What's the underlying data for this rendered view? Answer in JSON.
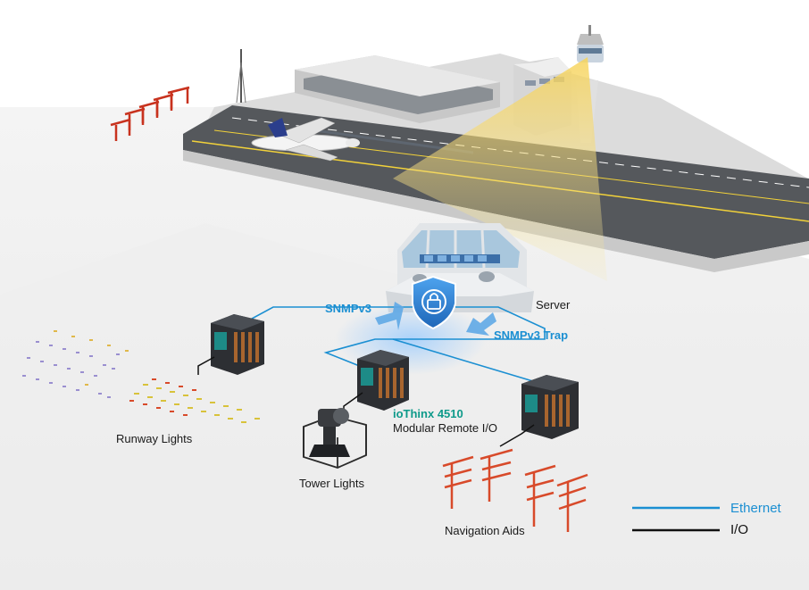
{
  "labels": {
    "snmpv3": "SNMPv3",
    "snmpv3_trap": "SNMPv3 Trap",
    "server": "Server",
    "device_name": "ioThinx 4510",
    "device_desc": "Modular Remote I/O",
    "runway_lights": "Runway Lights",
    "tower_lights": "Tower Lights",
    "navigation_aids": "Navigation Aids"
  },
  "legend": [
    {
      "label": "Ethernet",
      "color": "#1b8fd2"
    },
    {
      "label": "I/O",
      "color": "#111111"
    }
  ],
  "icons": [
    "control-tower",
    "terminal-building",
    "airplane",
    "antenna-mast",
    "approach-light-masts",
    "runway",
    "control-room-server",
    "security-shield-lock",
    "remote-io-module",
    "tower-light",
    "navigation-aid-mast",
    "runway-light-field"
  ],
  "colors": {
    "ethernet": "#1b8fd2",
    "io": "#111111",
    "shield": "#2a7fd0",
    "light_red": "#d84a2a",
    "tower_beam": "#f3d66a"
  }
}
